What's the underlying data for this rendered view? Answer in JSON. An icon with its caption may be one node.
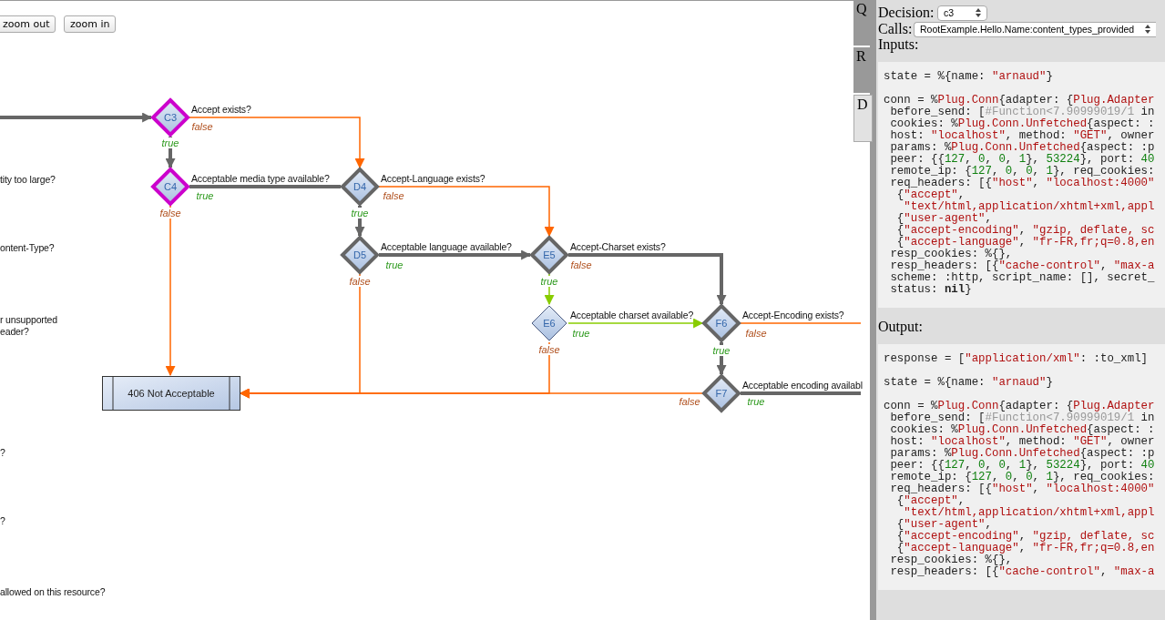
{
  "diagram": {
    "nodes": [
      {
        "text": [
          "C3"
        ],
        "beside": [
          "Accept exists?"
        ]
      },
      {
        "text": [
          "C4"
        ],
        "beside": [
          "Acceptable media type available?"
        ]
      },
      {
        "text": [
          "D4"
        ],
        "beside": [
          "Accept-Language exists?"
        ]
      },
      {
        "text": [
          "D5"
        ],
        "beside": [
          "Acceptable language available?"
        ]
      },
      {
        "text": [
          "E5"
        ],
        "beside": [
          "Accept-Charset exists?"
        ]
      },
      {
        "text": [
          "E6"
        ],
        "beside": [
          "Acceptable charset available?"
        ]
      },
      {
        "text": [
          "F6"
        ],
        "beside": [
          "Accept-Encoding exists?"
        ]
      },
      {
        "text": [
          "F7"
        ],
        "beside": [
          "Acceptable encoding availabl"
        ]
      },
      {
        "text": [
          "406 Not Acceptable"
        ]
      }
    ],
    "edges": [
      {
        "from": null,
        "to": 0,
        "arrow": "to",
        "style": "thick"
      },
      {
        "from": 0,
        "to": 1,
        "arrow": "to",
        "label": "true",
        "style": "thick"
      },
      {
        "from": 0,
        "to": 2,
        "arrow": "to",
        "label": "false",
        "color": "#ff6600"
      },
      {
        "from": 1,
        "to": 2,
        "arrow": "none",
        "label": "true",
        "style": "thick"
      },
      {
        "from": 1,
        "to": 8,
        "arrow": "to",
        "label": "false",
        "color": "#ff6600"
      },
      {
        "from": 2,
        "to": 3,
        "arrow": "to",
        "label": "true",
        "style": "thick"
      },
      {
        "from": 2,
        "to": 4,
        "arrow": "to",
        "label": "false",
        "color": "#ff6600"
      },
      {
        "from": 3,
        "to": 4,
        "arrow": "to",
        "label": "true",
        "style": "thick"
      },
      {
        "from": 3,
        "to": 8,
        "arrow": "to",
        "label": "false",
        "color": "#ff6600"
      },
      {
        "from": 4,
        "to": 5,
        "arrow": "to",
        "label": "true",
        "color": "#88cc00"
      },
      {
        "from": 4,
        "to": 6,
        "arrow": "to",
        "label": "false",
        "style": "thick"
      },
      {
        "from": 5,
        "to": 6,
        "arrow": "to",
        "label": "true",
        "color": "#88cc00"
      },
      {
        "from": 5,
        "to": 8,
        "arrow": "to",
        "label": "false",
        "color": "#ff6600"
      },
      {
        "from": 6,
        "to": 7,
        "arrow": "to",
        "label": "true",
        "style": "thick"
      },
      {
        "from": 6,
        "to": null,
        "arrow": "none",
        "label": "false",
        "color": "#ff6600"
      },
      {
        "from": 7,
        "to": 8,
        "arrow": "to",
        "label": "false",
        "color": "#ff6600"
      },
      {
        "from": 7,
        "to": null,
        "arrow": "none",
        "label": "true",
        "style": "thick"
      }
    ],
    "labels": [
      "zoom out",
      "zoom in",
      "tity too large?",
      "ontent-Type?",
      "r unsupported eader?",
      "?",
      "?",
      "allowed on this resource?",
      "Q",
      "R",
      "D",
      "Decision:",
      "c3",
      "Calls:",
      "RootExample.Hello.Name:content_types_provided",
      "Inputs:",
      "state = %{name: \"arnaud\"}",
      "conn = %Plug.Conn{adapter: {Plug.Adapter",
      " before_send: [#Function<7.90999019/1 in",
      " cookies: %Plug.Conn.Unfetched{aspect: :",
      " host: \"localhost\", method: \"GET\", owner",
      " params: %Plug.Conn.Unfetched{aspect: :p",
      " peer: {{127, 0, 0, 1}, 53224}, port: 40",
      " remote_ip: {127, 0, 0, 1}, req_cookies:",
      " req_headers: [{\"host\", \"localhost:4000\"",
      "  {\"accept\",",
      "   \"text/html,application/xhtml+xml,appl",
      "  {\"user-agent\",",
      "  {\"accept-encoding\", \"gzip, deflate, sc",
      "  {\"accept-language\", \"fr-FR,fr;q=0.8,en",
      " resp_cookies: %{},",
      " resp_headers: [{\"cache-control\", \"max-a",
      " scheme: :http, script_name: [], secret_",
      " status: nil}",
      "Output:",
      "response = [\"application/xml\": :to_xml]",
      "state = %{name: \"arnaud\"}",
      "conn = %Plug.Conn{adapter: {Plug.Adapter",
      " before_send: [#Function<7.90999019/1 in",
      " cookies: %Plug.Conn.Unfetched{aspect: :",
      " host: \"localhost\", method: \"GET\", owner",
      " params: %Plug.Conn.Unfetched{aspect: :p",
      " peer: {{127, 0, 0, 1}, 53224}, port: 40",
      " remote_ip: {127, 0, 0, 1}, req_cookies:",
      " req_headers: [{\"host\", \"localhost:4000\"",
      "  {\"accept\",",
      "   \"text/html,application/xhtml+xml,appl",
      "  {\"user-agent\",",
      "  {\"accept-encoding\", \"gzip, deflate, sc",
      "  {\"accept-language\", \"fr-FR,fr;q=0.8,en",
      " resp_cookies: %{},",
      " resp_headers: [{\"cache-control\", \"max-a"
    ]
  }
}
